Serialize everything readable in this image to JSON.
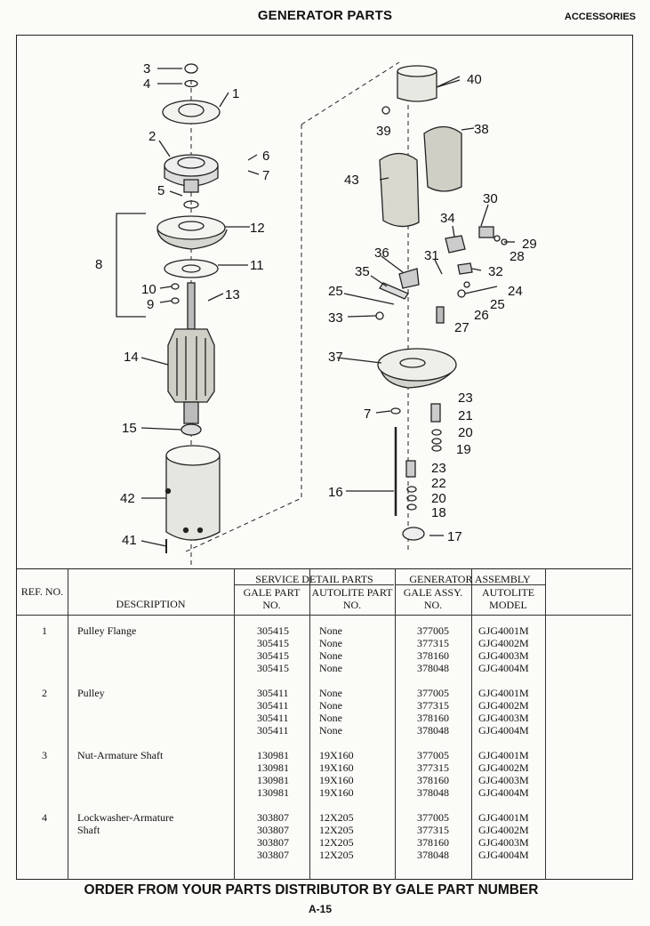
{
  "header": {
    "title": "GENERATOR PARTS",
    "section": "ACCESSORIES"
  },
  "diagram": {
    "callouts": [
      "1",
      "2",
      "3",
      "4",
      "5",
      "6",
      "7",
      "8",
      "9",
      "10",
      "11",
      "12",
      "13",
      "14",
      "15",
      "16",
      "17",
      "18",
      "19",
      "20",
      "21",
      "22",
      "23",
      "24",
      "25",
      "26",
      "27",
      "28",
      "29",
      "30",
      "31",
      "32",
      "33",
      "34",
      "35",
      "36",
      "37",
      "38",
      "39",
      "40",
      "41",
      "42",
      "43"
    ]
  },
  "table": {
    "headers": {
      "ref_no": "REF. NO.",
      "description": "DESCRIPTION",
      "service_group": "SERVICE DETAIL PARTS",
      "gale_part": "GALE PART NO.",
      "autolite_part": "AUTOLITE PART NO.",
      "generator_group": "GENERATOR ASSEMBLY",
      "gale_assy": "GALE ASSY. NO.",
      "autolite_model": "AUTOLITE MODEL"
    },
    "rows": [
      {
        "ref": "1",
        "description": "Pulley Flange",
        "description2": "",
        "gale_part": [
          "305415",
          "305415",
          "305415",
          "305415"
        ],
        "autolite_part": [
          "None",
          "None",
          "None",
          "None"
        ],
        "gale_assy": [
          "377005",
          "377315",
          "378160",
          "378048"
        ],
        "autolite_model": [
          "GJG4001M",
          "GJG4002M",
          "GJG4003M",
          "GJG4004M"
        ]
      },
      {
        "ref": "2",
        "description": "Pulley",
        "description2": "",
        "gale_part": [
          "305411",
          "305411",
          "305411",
          "305411"
        ],
        "autolite_part": [
          "None",
          "None",
          "None",
          "None"
        ],
        "gale_assy": [
          "377005",
          "377315",
          "378160",
          "378048"
        ],
        "autolite_model": [
          "GJG4001M",
          "GJG4002M",
          "GJG4003M",
          "GJG4004M"
        ]
      },
      {
        "ref": "3",
        "description": "Nut-Armature Shaft",
        "description2": "",
        "gale_part": [
          "130981",
          "130981",
          "130981",
          "130981"
        ],
        "autolite_part": [
          "19X160",
          "19X160",
          "19X160",
          "19X160"
        ],
        "gale_assy": [
          "377005",
          "377315",
          "378160",
          "378048"
        ],
        "autolite_model": [
          "GJG4001M",
          "GJG4002M",
          "GJG4003M",
          "GJG4004M"
        ]
      },
      {
        "ref": "4",
        "description": "Lockwasher-Armature",
        "description2": "Shaft",
        "gale_part": [
          "303807",
          "303807",
          "303807",
          "303807"
        ],
        "autolite_part": [
          "12X205",
          "12X205",
          "12X205",
          "12X205"
        ],
        "gale_assy": [
          "377005",
          "377315",
          "378160",
          "378048"
        ],
        "autolite_model": [
          "GJG4001M",
          "GJG4002M",
          "GJG4003M",
          "GJG4004M"
        ]
      }
    ]
  },
  "footer": {
    "order_note": "ORDER FROM YOUR PARTS DISTRIBUTOR BY GALE PART NUMBER",
    "page": "A-15"
  }
}
